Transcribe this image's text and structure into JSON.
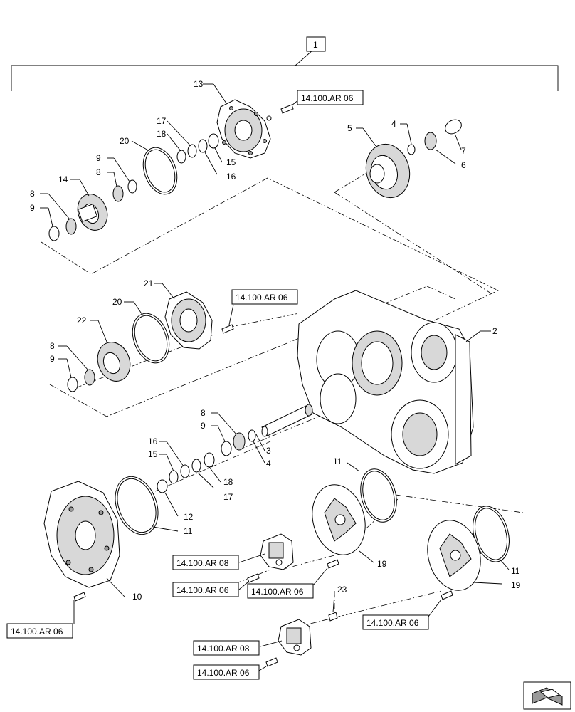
{
  "callouts": {
    "c1": "1",
    "c2": "2",
    "c3": "3",
    "c4a": "4",
    "c4b": "4",
    "c5": "5",
    "c6": "6",
    "c7": "7",
    "c8a": "8",
    "c8b": "8",
    "c8c": "8",
    "c8d": "8",
    "c9a": "9",
    "c9b": "9",
    "c9c": "9",
    "c9d": "9",
    "c10": "10",
    "c11a": "11",
    "c11b": "11",
    "c11c": "11",
    "c12": "12",
    "c13": "13",
    "c14": "14",
    "c15a": "15",
    "c15b": "15",
    "c16a": "16",
    "c16b": "16",
    "c17a": "17",
    "c17b": "17",
    "c18a": "18",
    "c18b": "18",
    "c19a": "19",
    "c19b": "19",
    "c20a": "20",
    "c20b": "20",
    "c21": "21",
    "c22": "22",
    "c23": "23"
  },
  "references": {
    "r1": "14.100.AR 06",
    "r2": "14.100.AR 06",
    "r3": "14.100.AR 08",
    "r4": "14.100.AR 06",
    "r5": "14.100.AR 06",
    "r6": "14.100.AR 06",
    "r7": "14.100.AR 06",
    "r8": "14.100.AR 08",
    "r9": "14.100.AR 06"
  },
  "icons": {
    "navigation": "arrow-navigation-icon"
  }
}
